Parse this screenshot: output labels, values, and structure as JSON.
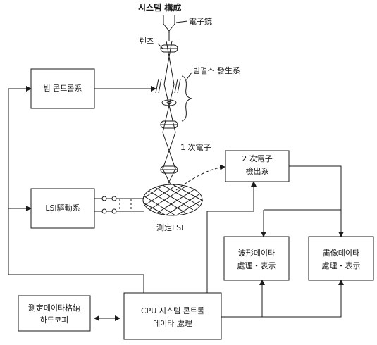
{
  "title": "시스템 構成",
  "labels": {
    "electron_gun": "電子銃",
    "lens": "렌즈",
    "beam_pulse": "빔펄스 發生系",
    "secondary_electron": "1 次電子",
    "measured_lsi": "測定LSI"
  },
  "boxes": {
    "beam_control": "빔 콘트롤系",
    "lsi_drive": "LSI驅動系",
    "detector_line1": "2 次電子",
    "detector_line2": "檢出系",
    "waveform_line1": "波形데이타",
    "waveform_line2": "處理・表示",
    "image_line1": "畵像데이타",
    "image_line2": "處理・表示",
    "storage_line1": "測定데이타格納",
    "storage_line2": "하드코피",
    "cpu_line1": "CPU 시스템 콘트롤",
    "cpu_line2": "데이타 處理"
  }
}
